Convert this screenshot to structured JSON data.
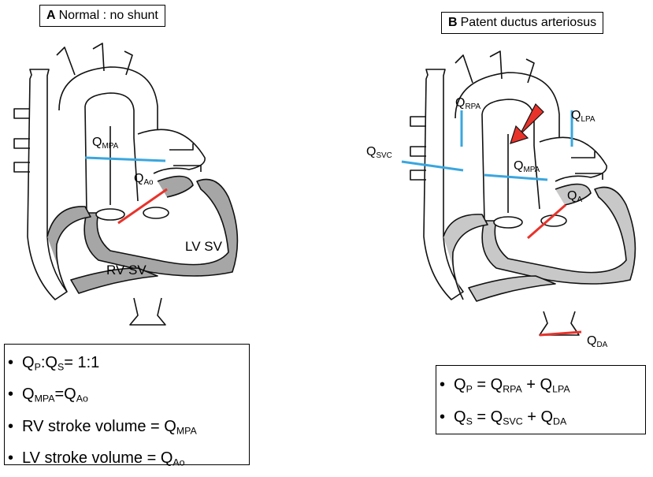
{
  "panel_a": {
    "letter": "A",
    "title": "Normal : no shunt",
    "labels": {
      "qmpa": {
        "main": "Q",
        "sub": "MPA"
      },
      "qao": {
        "main": "Q",
        "sub": "Ao"
      },
      "lv_sv": "LV SV",
      "rv_sv": "RV SV"
    },
    "bullets": [
      {
        "parts": [
          {
            "t": "Q"
          },
          {
            "s": "P"
          },
          {
            "t": ":Q"
          },
          {
            "s": "S"
          },
          {
            "t": "= 1:1"
          }
        ]
      },
      {
        "parts": [
          {
            "t": "Q"
          },
          {
            "s": "MPA"
          },
          {
            "t": "=Q"
          },
          {
            "s": "Ao"
          }
        ]
      },
      {
        "parts": [
          {
            "t": "RV stroke volume = Q"
          },
          {
            "s": "MPA"
          }
        ]
      },
      {
        "parts": [
          {
            "t": "LV stroke volume  = Q"
          },
          {
            "s": "Ao"
          }
        ]
      }
    ]
  },
  "panel_b": {
    "letter": "B",
    "title": "Patent ductus arteriosus",
    "labels": {
      "qrpa": {
        "main": "Q",
        "sub": "RPA"
      },
      "qlpa": {
        "main": "Q",
        "sub": "LPA"
      },
      "qsvc": {
        "main": "Q",
        "sub": "SVC"
      },
      "qmpa": {
        "main": "Q",
        "sub": "MPA"
      },
      "qa": {
        "main": "Q",
        "sub": "A"
      },
      "qda": {
        "main": "Q",
        "sub": "DA"
      }
    },
    "bullets": [
      {
        "parts": [
          {
            "t": "Q"
          },
          {
            "s": "P"
          },
          {
            "t": " = Q"
          },
          {
            "s": "RPA"
          },
          {
            "t": " + Q"
          },
          {
            "s": "LPA"
          }
        ]
      },
      {
        "parts": [
          {
            "t": "Q"
          },
          {
            "s": "S"
          },
          {
            "t": " = Q"
          },
          {
            "s": "SVC"
          },
          {
            "t": " + Q"
          },
          {
            "s": "DA"
          }
        ]
      }
    ]
  },
  "colors": {
    "flow_blue": "#3aa6de",
    "flow_red": "#e8332b",
    "outline": "#111111",
    "fill": "#a6a6a6",
    "fill_light": "#c8c8c8"
  }
}
